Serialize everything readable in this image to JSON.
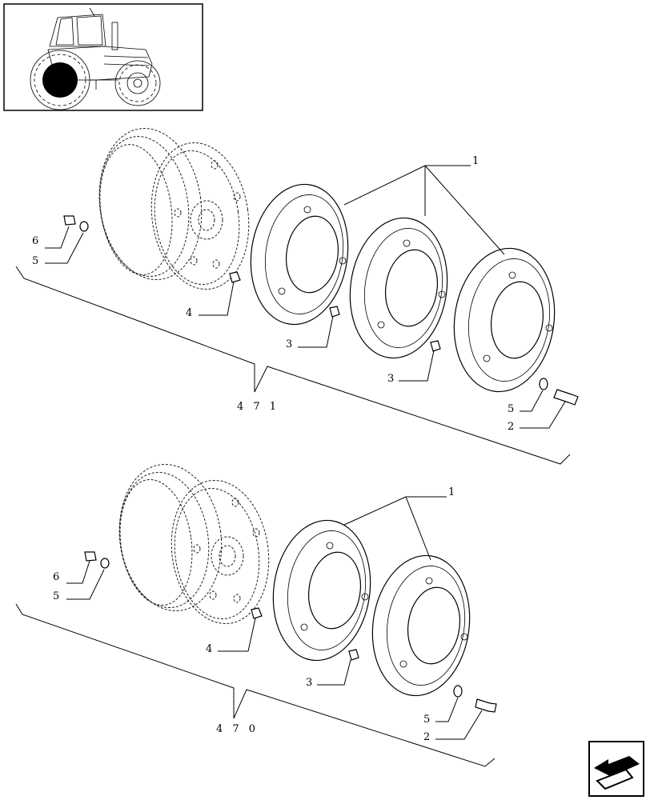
{
  "thumbnail": {
    "icon": "tractor-icon",
    "highlight": "rear-wheel-marker",
    "highlight_color": "#000000"
  },
  "nav": {
    "icon": "next-page-arrow-icon"
  },
  "assemblies": [
    {
      "group": "4 7 1",
      "labels": {
        "item1": "1",
        "item2": "2",
        "item3a": "3",
        "item3b": "3",
        "item4": "4",
        "item5a": "5",
        "item5b": "5",
        "item6": "6"
      }
    },
    {
      "group": "4 7 0",
      "labels": {
        "item1": "1",
        "item2": "2",
        "item3": "3",
        "item4": "4",
        "item5a": "5",
        "item5b": "5",
        "item6": "6"
      }
    }
  ]
}
